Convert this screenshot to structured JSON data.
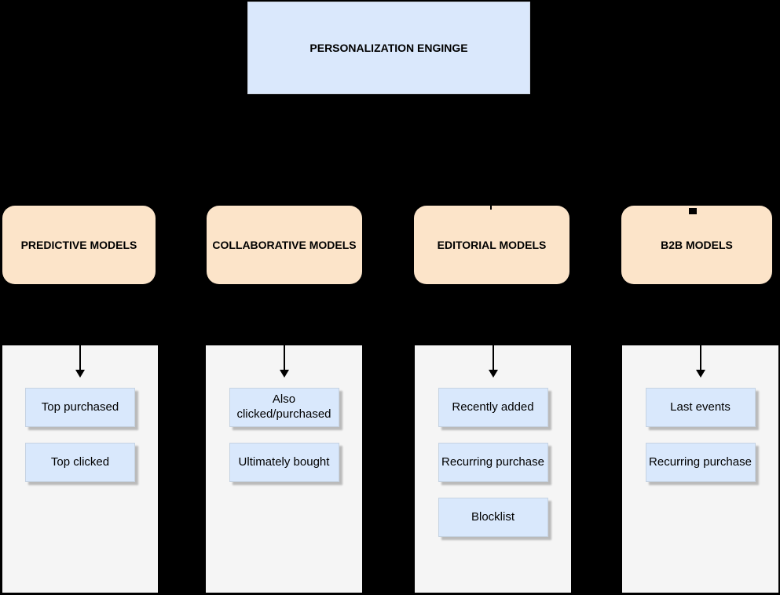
{
  "root": {
    "label": "PERSONALIZATION ENGINGE"
  },
  "columns": [
    {
      "header": "PREDICTIVE MODELS",
      "items": [
        "Top purchased",
        "Top clicked"
      ]
    },
    {
      "header": "COLLABORATIVE MODELS",
      "items": [
        "Also clicked/purchased",
        "Ultimately bought"
      ]
    },
    {
      "header": "EDITORIAL MODELS",
      "items": [
        "Recently added",
        "Recurring purchase",
        "Blocklist"
      ]
    },
    {
      "header": "B2B MODELS",
      "items": [
        "Last events",
        "Recurring purchase"
      ]
    }
  ],
  "colors": {
    "background": "#000000",
    "root_node_fill": "#dae8fc",
    "header_node_fill": "#fce4c9",
    "panel_fill": "#f5f5f5",
    "item_node_fill": "#d9e8fc",
    "item_shadow": "#b8b8b8",
    "text": "#000000",
    "arrow": "#000000"
  }
}
